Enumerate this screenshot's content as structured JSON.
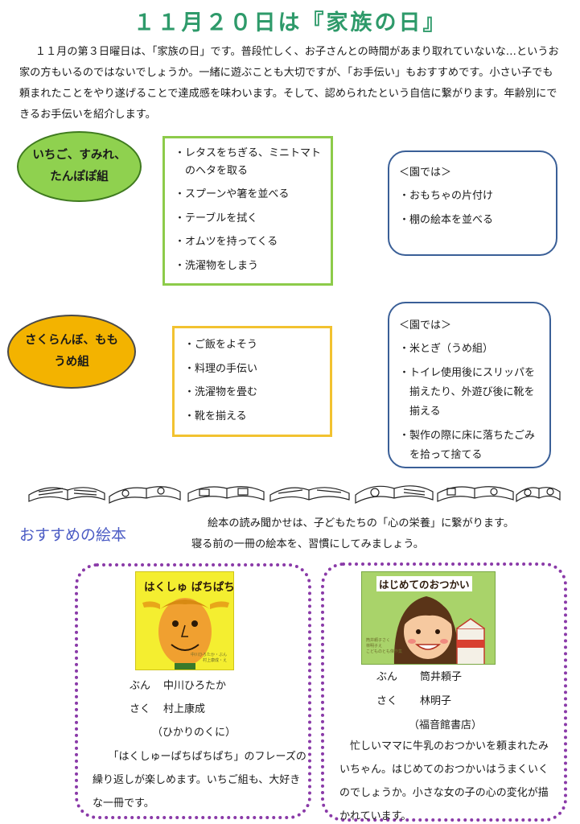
{
  "title": "１１月２０日は『家族の日』",
  "intro": "１１月の第３日曜日は、「家族の日」です。普段忙しく、お子さんとの時間があまり取れていないな…というお家の方もいるのではないでしょうか。一緒に遊ぶことも大切ですが、「お手伝い」もおすすめです。小さい子でも頼まれたことをやり遂げることで達成感を味わいます。そして、認められたという自信に繋がります。年齢別にできるお手伝いを紹介します。",
  "groups": [
    {
      "name_lines": [
        "いちご、すみれ、",
        "たんぽぽ組"
      ],
      "color": "#8fd14f",
      "tasks": [
        "・レタスをちぎる、ミニトマトのヘタを取る",
        "・スプーンや箸を並べる",
        "・テーブルを拭く",
        "・オムツを持ってくる",
        "・洗濯物をしまう"
      ],
      "school_heading": "＜園では＞",
      "school_tasks": [
        "・おもちゃの片付け",
        "・棚の絵本を並べる"
      ]
    },
    {
      "name_lines": [
        "さくらんぼ、もも",
        "うめ組"
      ],
      "color": "#f3b300",
      "tasks": [
        "・ご飯をよそう",
        "・料理の手伝い",
        "・洗濯物を畳む",
        "・靴を揃える"
      ],
      "school_heading": "＜園では＞",
      "school_tasks": [
        "・米とぎ（うめ組）",
        "・トイレ使用後にスリッパを揃えたり、外遊び後に靴を揃える",
        "・製作の際に床に落ちたごみを拾って捨てる"
      ]
    }
  ],
  "recommend": {
    "heading": "おすすめの絵本",
    "lines": [
      "絵本の読み聞かせは、子どもたちの「心の栄養」に繋がります。",
      "寝る前の一冊の絵本を、習慣にしてみましょう。"
    ]
  },
  "books": [
    {
      "cover_title": "はくしゅ ぱちぱち",
      "cover_credits": [
        "中川ひろたか・ぶん",
        "村上康成・え"
      ],
      "author_label": "ぶん",
      "author": "中川ひろたか",
      "illustrator_label": "さく",
      "illustrator": "村上康成",
      "publisher": "（ひかりのくに）",
      "description": "「はくしゅーぱちぱちぱち」のフレーズの繰り返しが楽しめます。いちご組も、大好きな一冊です。"
    },
    {
      "cover_title": "はじめてのおつかい",
      "cover_credits": [
        "筒井頼子さく",
        "林明子え",
        "こどものとも傑作集"
      ],
      "author_label": "ぶん",
      "author": "筒井頼子",
      "illustrator_label": "さく",
      "illustrator": "林明子",
      "publisher": "（福音館書店）",
      "description": "忙しいママに牛乳のおつかいを頼まれたみいちゃん。はじめてのおつかいはうまくいくのでしょうか。小さな女の子の心の変化が描かれています。"
    }
  ],
  "colors": {
    "title": "#2e9a6a",
    "green_box": "#8dcb4a",
    "yellow_box": "#f2c230",
    "blue_box": "#3a5f97",
    "card_border": "#8a3aa8",
    "heading": "#4a5bc4"
  }
}
